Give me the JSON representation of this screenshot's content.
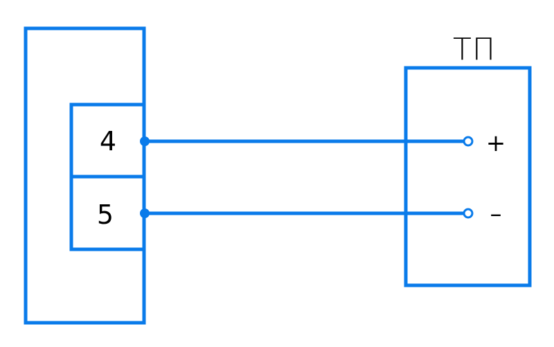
{
  "diagram": {
    "colors": {
      "line": "#0a7bea",
      "text": "#000000",
      "background": "#ffffff"
    },
    "left_block": {
      "terminals": [
        {
          "label": "4"
        },
        {
          "label": "5"
        }
      ]
    },
    "right_block": {
      "label": "ТП",
      "polarities": [
        {
          "label": "+"
        },
        {
          "label": "–"
        }
      ]
    }
  }
}
